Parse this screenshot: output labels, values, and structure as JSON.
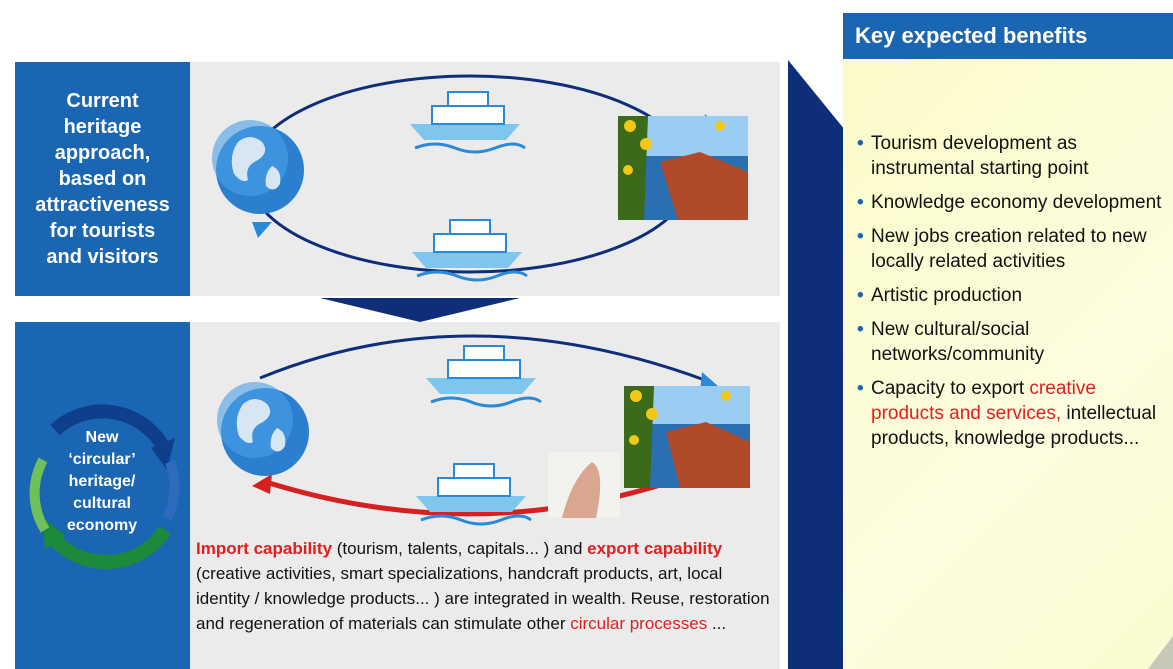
{
  "current_approach": {
    "lines": [
      "Current",
      "heritage",
      "approach,",
      "based on",
      "attractiveness",
      "for tourists",
      "and visitors"
    ]
  },
  "circular_label": {
    "lines": [
      "New",
      "‘circular’",
      "heritage/",
      "cultural",
      "economy"
    ]
  },
  "benefits": {
    "title": "Key expected benefits",
    "items": [
      {
        "text": "Tourism development as instrumental starting point",
        "highlight": ""
      },
      {
        "text": "Knowledge economy development",
        "highlight": ""
      },
      {
        "text": "New jobs creation related to new locally related activities",
        "highlight": ""
      },
      {
        "text": "Artistic production",
        "highlight": ""
      },
      {
        "text": "New  cultural/social networks/community",
        "highlight": ""
      },
      {
        "text": "Capacity to export ",
        "highlight": "creative products and services,",
        "tail": " intellectual products, knowledge products..."
      }
    ]
  },
  "bottom_text": {
    "import_label": "Import capability",
    "import_detail": " (tourism, talents, capitals... ) and ",
    "export_label": "export capability",
    "export_detail": " (creative activities, smart specializations, handcraft products, art, local identity / knowledge products... ) are integrated in wealth. Reuse, restoration and regeneration of materials  can stimulate other ",
    "circular_label": "circular processes",
    "ending": " ..."
  },
  "colors": {
    "blue": "#1a66b3",
    "dark_blue": "#0f2e7a",
    "red_arrow": "#d42020",
    "green_arrow": "#2f9a3a",
    "highlight_red": "#e02020"
  }
}
